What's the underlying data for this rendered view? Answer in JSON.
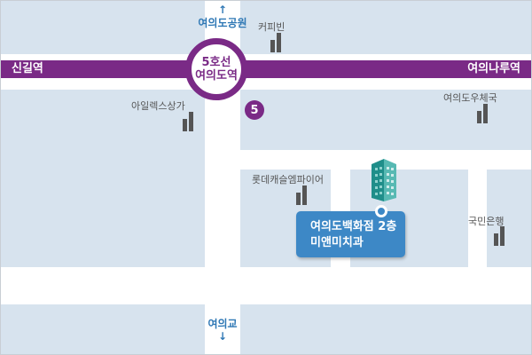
{
  "metro": {
    "line_color": "#7a2a86",
    "left_label": "신길역",
    "right_label": "여의나루역",
    "station": {
      "line": "5호선",
      "name": "여의도역"
    },
    "exit_number": "5"
  },
  "directions": {
    "north": {
      "label": "여의도공원",
      "arrow": "↑"
    },
    "south": {
      "label": "여의교",
      "arrow": "↓"
    }
  },
  "landmarks": [
    {
      "name": "커피빈"
    },
    {
      "name": "아일렉스상가"
    },
    {
      "name": "여의도우체국"
    },
    {
      "name": "롯데캐슬엠파이어"
    },
    {
      "name": "국민은행"
    }
  ],
  "destination": {
    "line1": "여의도백화점 2층",
    "line2": "미앤미치과",
    "color": "#3d88c6",
    "icon": "building-icon"
  },
  "colors": {
    "block": "#d7e3ee",
    "road": "#ffffff",
    "accent": "#3d88c6",
    "metro": "#7a2a86"
  }
}
